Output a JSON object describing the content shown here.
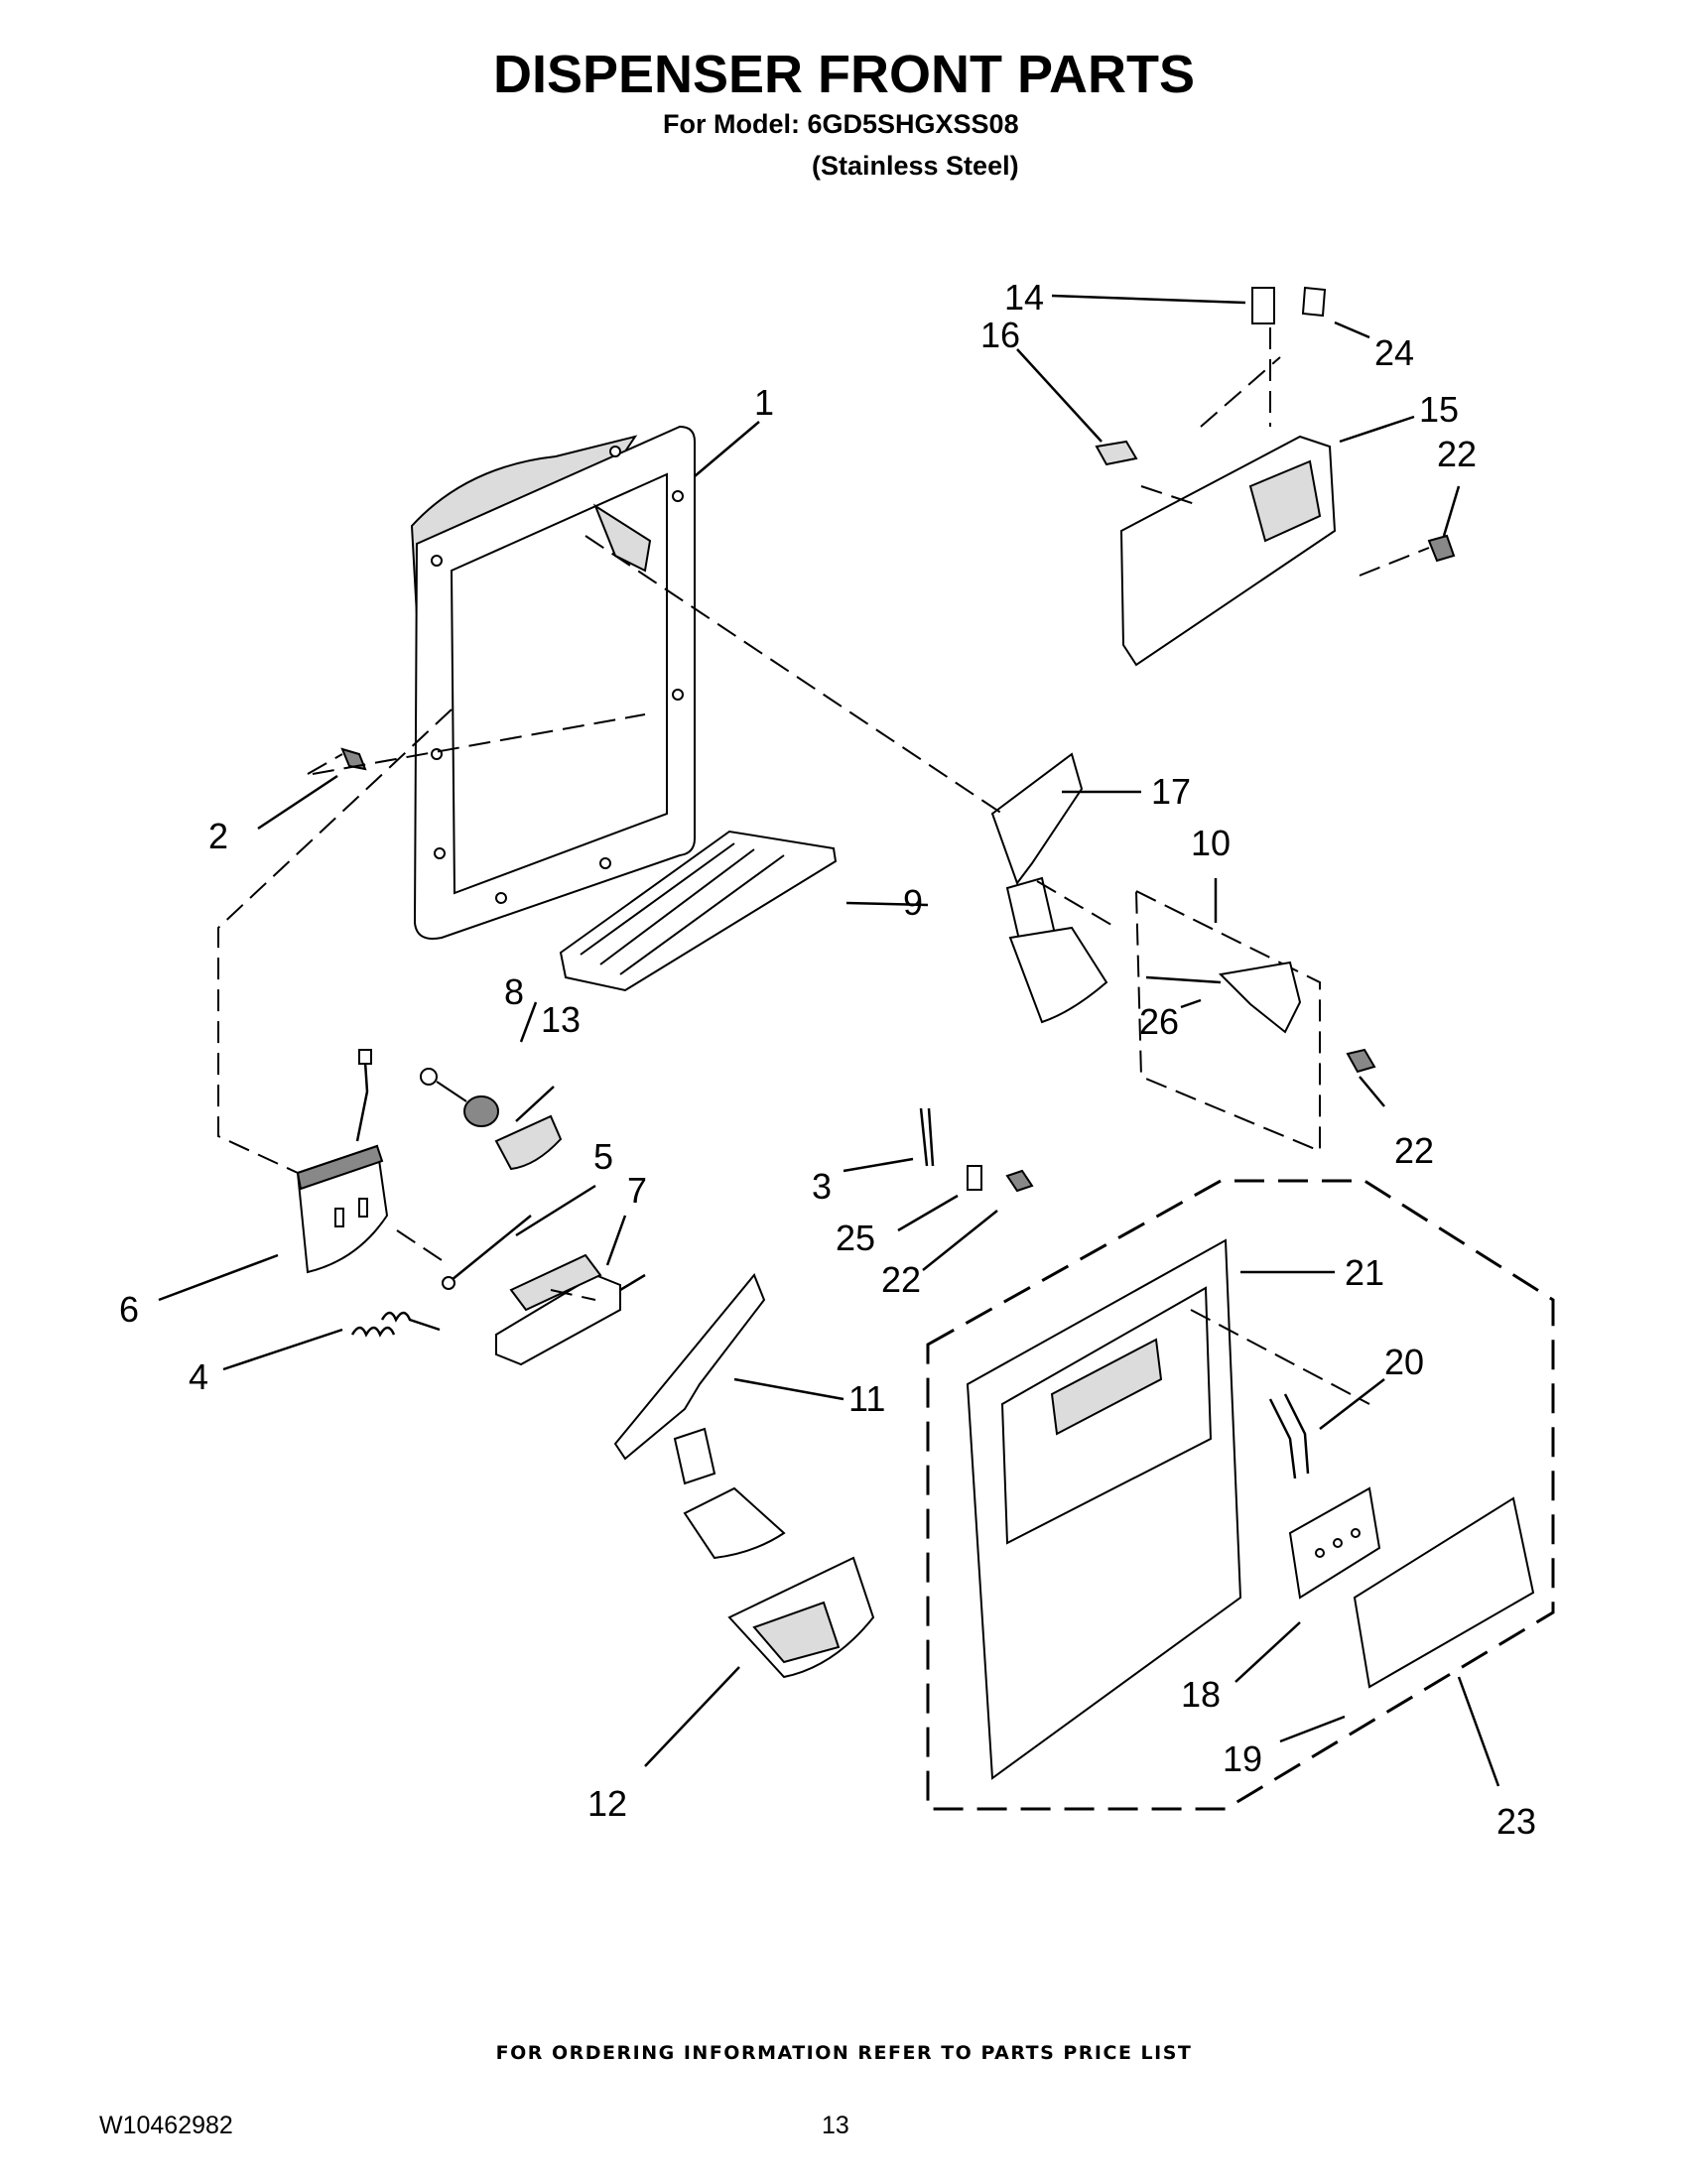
{
  "header": {
    "title": "DISPENSER FRONT PARTS",
    "model_line": "For Model: 6GD5SHGXSS08",
    "finish_line": "(Stainless Steel)"
  },
  "callouts": [
    "1",
    "2",
    "3",
    "4",
    "5",
    "6",
    "7",
    "8",
    "9",
    "10",
    "11",
    "12",
    "13",
    "14",
    "15",
    "16",
    "17",
    "18",
    "19",
    "20",
    "21",
    "22",
    "22",
    "22",
    "22",
    "23",
    "24",
    "25",
    "26"
  ],
  "footer": {
    "ordering_note": "FOR ORDERING INFORMATION REFER TO PARTS PRICE LIST",
    "doc_number": "W10462982",
    "page_number": "13"
  }
}
